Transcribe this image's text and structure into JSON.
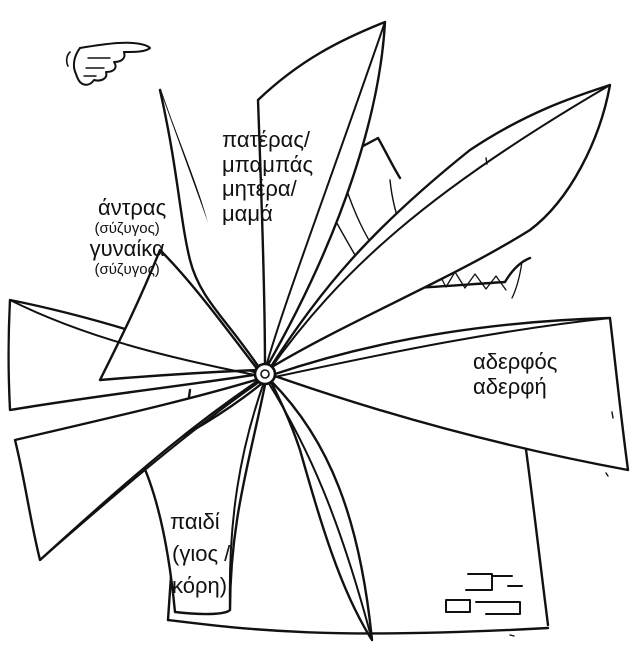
{
  "colors": {
    "ink": "#111111",
    "paper": "#ffffff"
  },
  "icons": {
    "pointer": "pointing-hand-icon"
  },
  "sails": {
    "parents": {
      "line1": "πατέρας/",
      "line2": "μπαμπάς",
      "line3": "μητέρα/",
      "line4": "μαμά"
    },
    "spouses": {
      "line1": "άντρας",
      "line2": "(σύζυγος)",
      "line3": "γυναίκα",
      "line4": "(σύζυγος)"
    },
    "siblings": {
      "line1": "αδερφός",
      "line2": "αδερφή"
    },
    "children": {
      "line1": "παιδί",
      "line2": "(γιος /",
      "line3": "κόρη)"
    }
  }
}
